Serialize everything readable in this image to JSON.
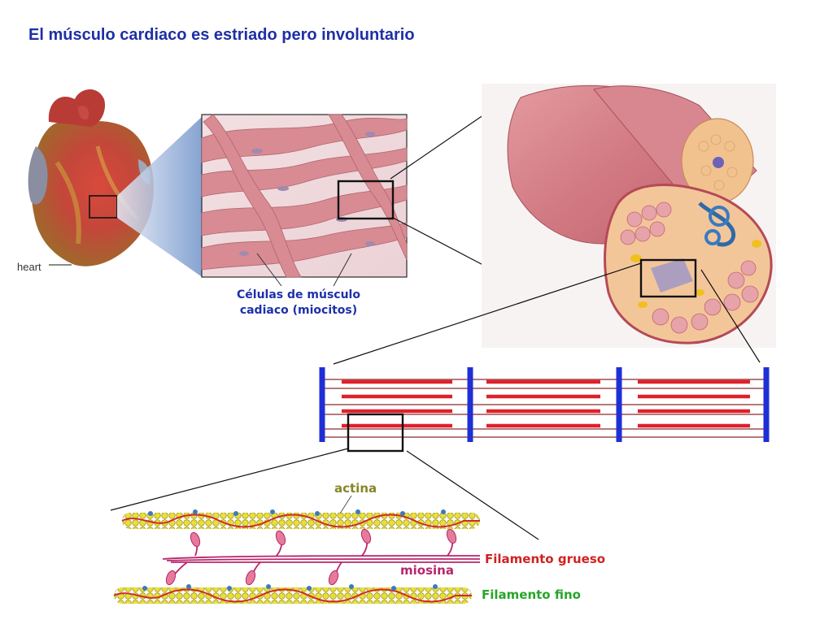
{
  "title": "El músculo cardiaco es estriado pero involuntario",
  "heart_panel": {
    "label": "heart"
  },
  "cells_panel": {
    "caption_line1": "Células de músculo",
    "caption_line2": "cadiaco (miocitos)"
  },
  "filaments_panel": {
    "actin_label": "actina",
    "myosin_label": "miosina",
    "thick_filament_label": "Filamento grueso",
    "thin_filament_label": "Filamento fino"
  },
  "colors": {
    "title": "#1f2fa5",
    "caption": "#1e30a8",
    "z_disc": "#1f2fd6",
    "thick_band": "#e0202a",
    "thin_line": "#8b2b2b",
    "actina": "#86862a",
    "filamento_grueso": "#d22020",
    "miosina": "#b8266b",
    "filamento_fino": "#27a52a"
  }
}
